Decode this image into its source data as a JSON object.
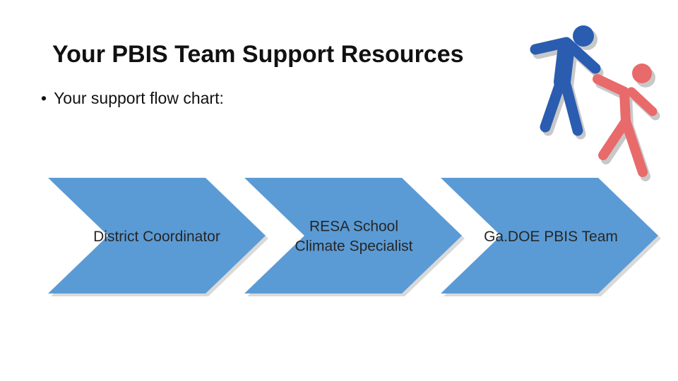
{
  "slide": {
    "title": "Your PBIS Team Support Resources",
    "bullet_marker": "•",
    "bullet_text": "Your support flow chart:"
  },
  "flow_chart": {
    "steps": [
      {
        "label": "District Coordinator"
      },
      {
        "label": "RESA School Climate Specialist"
      },
      {
        "label": "Ga.DOE PBIS Team"
      }
    ],
    "fill_color": "#5b9bd5"
  },
  "illustration": {
    "icon": "helping-hand-people-icon",
    "colors": {
      "left_person": "#2a5db0",
      "right_person": "#e86a6a",
      "shadow": "#c8c8c8"
    }
  }
}
